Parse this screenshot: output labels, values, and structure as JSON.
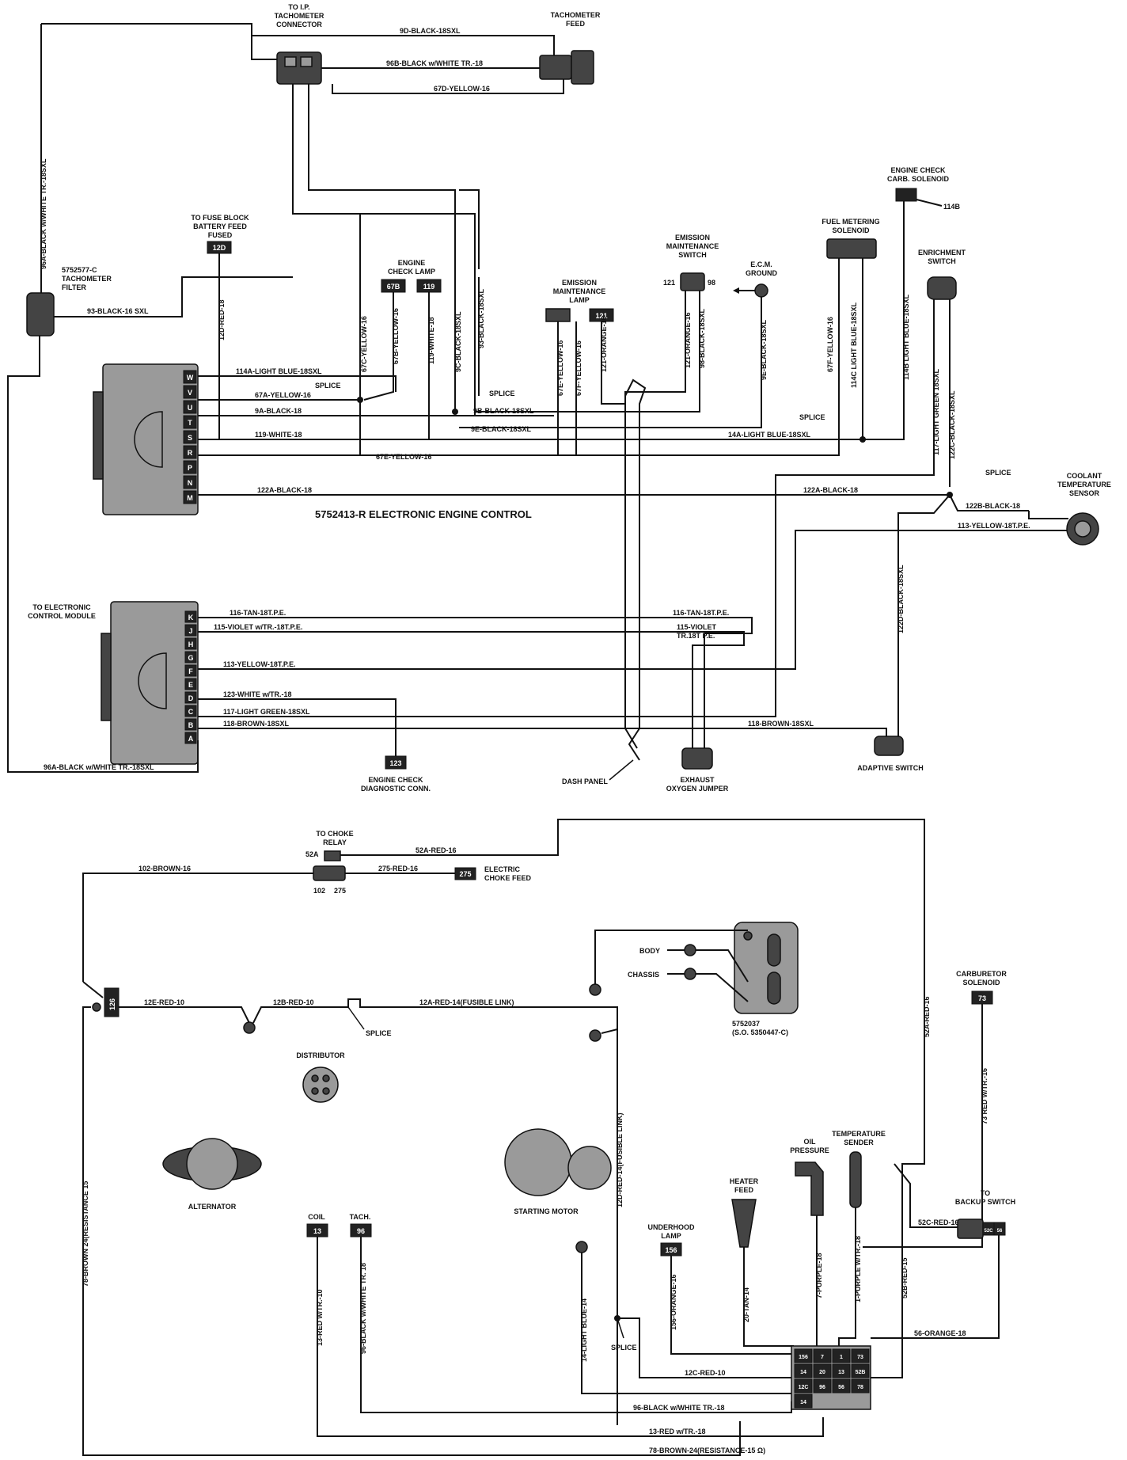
{
  "tach_conn": {
    "line1": "TO I.P.",
    "line2": "TACHOMETER",
    "line3": "CONNECTOR"
  },
  "tach_feed": {
    "line1": "TACHOMETER",
    "line2": "FEED"
  },
  "tach_filter": {
    "line1": "5752577-C",
    "line2": "TACHOMETER",
    "line3": "FILTER"
  },
  "fuse_feed": {
    "line1": "TO FUSE BLOCK",
    "line2": "BATTERY FEED",
    "line3": "FUSED",
    "box": "12D"
  },
  "eng_check_lamp": {
    "line1": "ENGINE",
    "line2": "CHECK LAMP",
    "box1": "67B",
    "box2": "119"
  },
  "emis_lamp": {
    "line1": "EMISSION",
    "line2": "MAINTENANCE",
    "line3": "LAMP",
    "box": "121"
  },
  "emis_switch": {
    "line1": "EMISSION",
    "line2": "MAINTENANCE",
    "line3": "SWITCH",
    "pin_left": "121",
    "pin_right": "98"
  },
  "ecm_ground": {
    "line1": "E.C.M.",
    "line2": "GROUND"
  },
  "fuel_sol": {
    "line1": "FUEL METERING",
    "line2": "SOLENOID"
  },
  "carb_sol": {
    "line1": "ENGINE CHECK",
    "line2": "CARB. SOLENOID",
    "pin": "114B"
  },
  "enrich_switch": {
    "line1": "ENRICHMENT",
    "line2": "SWITCH"
  },
  "coolant": {
    "line1": "COOLANT",
    "line2": "TEMPERATURE",
    "line3": "SENSOR"
  },
  "ecu_title": "5752413-R ELECTRONIC ENGINE CONTROL",
  "ecm": {
    "line1": "TO ELECTRONIC",
    "line2": "CONTROL MODULE"
  },
  "diag": {
    "line1": "ENGINE CHECK",
    "line2": "DIAGNOSTIC CONN.",
    "box": "123"
  },
  "dash_panel": "DASH PANEL",
  "oxygen": {
    "line1": "EXHAUST",
    "line2": "OXYGEN JUMPER"
  },
  "adaptive": "ADAPTIVE SWITCH",
  "splice": "SPLICE",
  "upper_pins": [
    "W",
    "V",
    "U",
    "T",
    "S",
    "R",
    "P",
    "N",
    "M"
  ],
  "lower_pins": [
    "K",
    "J",
    "H",
    "G",
    "F",
    "E",
    "D",
    "C",
    "B",
    "A"
  ],
  "wires_top": {
    "w9d": "9D-BLACK-18SXL",
    "w96b": "96B-BLACK w/WHITE TR.-18",
    "w67d": "67D-YELLOW-16",
    "w96a_vert": "96A-BLACK w/WHITE TR.-18SXL",
    "w93": "93-BLACK-16 SXL",
    "w12d": "12D-RED-18",
    "w67c": "67C-YELLOW-16",
    "w67b": "67B-YELLOW-16",
    "w119v": "119-WHITE-18",
    "w9c": "9C-BLACK-18SXL",
    "w93v": "93-BLACK-18SXL",
    "w67e_v": "67E-YELLOW-16",
    "w67f_v": "67F-YELLOW-16",
    "w121": "121-ORANGE-16",
    "w121a": "121-ORANGE-16",
    "w98": "98-BLACK-18SXL",
    "w9e_v": "9E-BLACK-18SXL",
    "w67f": "67F-YELLOW-16",
    "w114c": "114C LIGHT BLUE-18SXL",
    "w114b": "114B LIGHT BLUE-18SXL",
    "w117v": "117-LIGHT GREEN 18SXL",
    "w122c": "122C-BLACK-18SXL",
    "w114a": "114A-LIGHT BLUE-18SXL",
    "w67a": "67A-YELLOW-16",
    "w9a": "9A-BLACK-18",
    "w9b": "9B-BLACK-18SXL",
    "w9e": "9E-BLACK-18SXL",
    "w14a": "14A-LIGHT BLUE-18SXL",
    "w119": "119-WHITE-18",
    "w67e": "67E-YELLOW-16",
    "w122a_l": "122A-BLACK-18",
    "w122a_r": "122A-BLACK-18",
    "w122b": "122B-BLACK-18",
    "w113": "113-YELLOW-18T.P.E.",
    "w122d": "122D-BLACK-18SXL",
    "w116_l": "116-TAN-18T.P.E.",
    "w116_r": "116-TAN-18T.P.E.",
    "w115_l": "115-VIOLET w/TR.-18T.P.E.",
    "w115_r1": "115-VIOLET",
    "w115_r2": "TR.18T P.E.",
    "w113_l": "113-YELLOW-18T.P.E.",
    "w123": "123-WHITE w/TR.-18",
    "w117": "117-LIGHT GREEN-18SXL",
    "w118_l": "118-BROWN-18SXL",
    "w118_r": "118-BROWN-18SXL",
    "w96a": "96A-BLACK w/WHITE TR.-18SXL"
  },
  "choke": {
    "line1": "TO CHOKE",
    "line2": "RELAY",
    "pin52": "52A",
    "pin102": "102",
    "pin275": "275",
    "box": "275"
  },
  "elec_choke": {
    "line1": "ELECTRIC",
    "line2": "CHOKE FEED"
  },
  "body": "BODY",
  "chassis": "CHASSIS",
  "relay_part": {
    "line1": "5752037",
    "line2": "(S.O. 5350447-C)"
  },
  "carb_sol2": {
    "line1": "CARBURETOR",
    "line2": "SOLENOID",
    "box": "73"
  },
  "distributor": "DISTRIBUTOR",
  "alternator": "ALTERNATOR",
  "starting_motor": "STARTING MOTOR",
  "coil": {
    "label": "COIL",
    "box": "13"
  },
  "tach": {
    "label": "TACH.",
    "box": "96"
  },
  "underhood": {
    "line1": "UNDERHOOD",
    "line2": "LAMP",
    "box": "156"
  },
  "heater": {
    "line1": "HEATER",
    "line2": "FEED"
  },
  "oil": {
    "line1": "OIL",
    "line2": "PRESSURE"
  },
  "temp_sender": {
    "line1": "TEMPERATURE",
    "line2": "SENDER"
  },
  "backup": {
    "line1": "TO",
    "line2": "BACKUP SWITCH"
  },
  "wires_bottom": {
    "w52a": "52A-RED-16",
    "w102": "102-BROWN-16",
    "w275": "275-RED-16",
    "w12e": "12E-RED-10",
    "w12b": "12B-RED-10",
    "w12a": "12A-RED-14(FUSIBLE LINK)",
    "w12d_v": "12D-RED-14(FUSIBLE LINK)",
    "w52a_v": "52A-RED-16",
    "w73": "73 RED w/TR.-16",
    "w78_v": "78-BROWN 24(RESISTANCE 15",
    "w13_v": "13-RED w/TR.-10",
    "w96_v": "96-BLACK w/WHITE TR. 18",
    "w14": "14-LIGHT BLUE-14",
    "w156": "156-ORANGE-16",
    "w20": "20-TAN-14",
    "w7": "7-PURPLE-18",
    "w1": "1-PURPLE w/TR.-18",
    "w52b": "52B-RED-15",
    "w52c": "52C-RED-16",
    "w56": "56-ORANGE-18",
    "w12c": "12C-RED-10",
    "w96": "96-BLACK w/WHITE TR.-18",
    "w13": "13-RED w/TR.-18",
    "w78": "78-BROWN-24(RESISTANCE-15 Ω)"
  },
  "block_pins": [
    "156",
    "7",
    "1",
    "73",
    "14",
    "20",
    "13",
    "52B",
    "12C",
    "96",
    "56",
    "78",
    "14"
  ],
  "c126": "126",
  "backup_pins": [
    "52C",
    "56"
  ]
}
